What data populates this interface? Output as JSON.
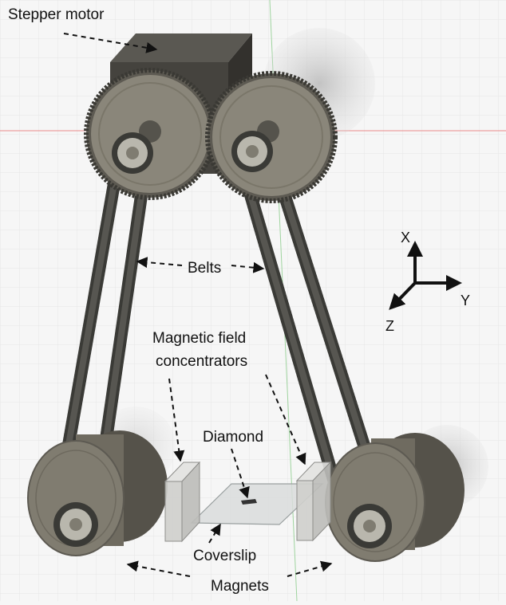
{
  "labels": {
    "stepper_motor": "Stepper motor",
    "belts": "Belts",
    "concentrators_line1": "Magnetic field",
    "concentrators_line2": "concentrators",
    "diamond": "Diamond",
    "coverslip": "Coverslip",
    "magnets": "Magnets"
  },
  "axes": {
    "x": "X",
    "y": "Y",
    "z": "Z"
  },
  "colors": {
    "background": "#f6f6f6",
    "gear": "#8a867a",
    "gear_dark": "#5d5a52",
    "belt": "#3a3a36",
    "motor": "#45433e",
    "magnet": "#6f6b60",
    "magnet_front": "#807c70",
    "concentrator": "#cfcfcc",
    "coverslip": "#d9dcdc",
    "grid_red": "#e98a8a",
    "grid_green": "#9fd49f"
  }
}
